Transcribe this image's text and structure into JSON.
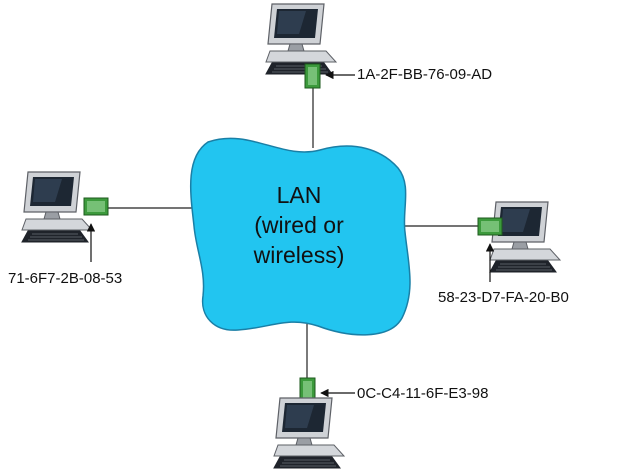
{
  "lan": {
    "line1": "LAN",
    "line2": "(wired or",
    "line3": "wireless)",
    "fill_color": "#22c5f0",
    "edge_color": "#1a7fa6"
  },
  "adapter_color": "#3c9a3c",
  "hosts": [
    {
      "id": "top",
      "mac": "1A-2F-BB-76-09-AD"
    },
    {
      "id": "left",
      "mac": "71-6F7-2B-08-53"
    },
    {
      "id": "right",
      "mac": "58-23-D7-FA-20-B0"
    },
    {
      "id": "bottom",
      "mac": "0C-C4-11-6F-E3-98"
    }
  ],
  "icons": [
    "computer-icon",
    "network-adapter-icon",
    "arrow-icon"
  ]
}
